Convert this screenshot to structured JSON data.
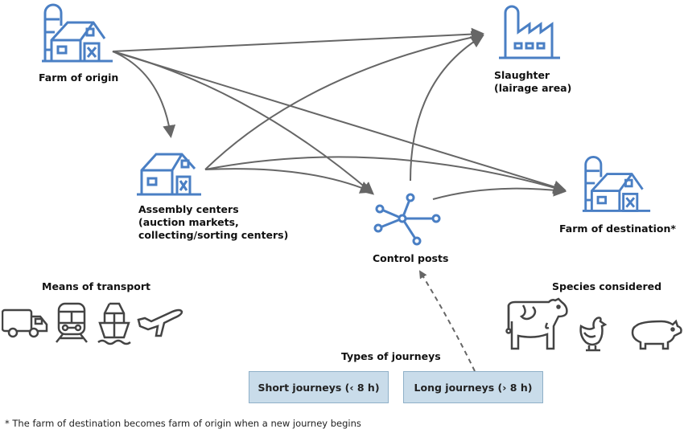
{
  "colors": {
    "icon_blue": "#4a7fc4",
    "arrow_gray": "#666666",
    "box_fill": "#c9dcea",
    "outline_gray": "#444444"
  },
  "nodes": {
    "farm_origin": {
      "label": "Farm of origin",
      "icon": "barn-silo-icon"
    },
    "slaughter": {
      "label_line1": "Slaughter",
      "label_line2": "(lairage area)",
      "icon": "factory-icon"
    },
    "assembly": {
      "label_line1": "Assembly centers",
      "label_line2": "(auction markets,",
      "label_line3": "collecting/sorting centers)",
      "icon": "barn-icon"
    },
    "control_posts": {
      "label": "Control posts",
      "icon": "network-hub-icon"
    },
    "farm_destination": {
      "label": "Farm of destination*",
      "icon": "barn-silo-icon"
    }
  },
  "transport": {
    "title": "Means of transport",
    "items": [
      "truck",
      "train",
      "ship",
      "airplane"
    ]
  },
  "species": {
    "title": "Species considered",
    "items": [
      "cow",
      "chicken",
      "pig"
    ]
  },
  "journeys": {
    "title": "Types of journeys",
    "short": "Short journeys (‹ 8 h)",
    "long": "Long journeys (› 8 h)"
  },
  "footnote": "* The farm of destination becomes farm of origin when a new journey begins",
  "edges": [
    {
      "from": "farm_origin",
      "to": "slaughter"
    },
    {
      "from": "farm_origin",
      "to": "assembly"
    },
    {
      "from": "farm_origin",
      "to": "control_posts"
    },
    {
      "from": "farm_origin",
      "to": "farm_destination"
    },
    {
      "from": "assembly",
      "to": "slaughter"
    },
    {
      "from": "assembly",
      "to": "control_posts"
    },
    {
      "from": "assembly",
      "to": "farm_destination"
    },
    {
      "from": "control_posts",
      "to": "slaughter"
    },
    {
      "from": "control_posts",
      "to": "farm_destination"
    },
    {
      "from": "long_journeys",
      "to": "control_posts",
      "style": "dashed"
    }
  ]
}
